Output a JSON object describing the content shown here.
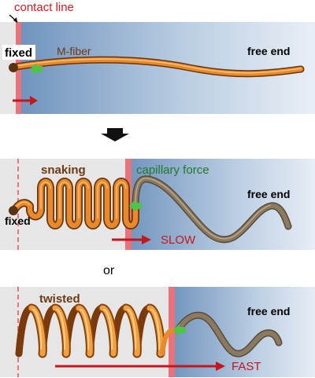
{
  "panel_top": {
    "contact_line_label": "contact line",
    "fiber_label": "M-fiber",
    "fixed_label": "fixed",
    "free_end_label": "free end"
  },
  "panel_middle": {
    "snaking_label": "snaking",
    "capillary_label": "capillary force",
    "free_end_label": "free end",
    "fixed_label": "fixed",
    "speed_label": "SLOW"
  },
  "or_label": "or",
  "panel_bottom": {
    "twisted_label": "twisted",
    "free_end_label": "free end",
    "speed_label": "FAST"
  },
  "colors": {
    "contact_line": "#e8737b",
    "arrow_red": "#c4161c",
    "capillary_arrow": "#4fc34a",
    "fiber_orange": "#e07a20",
    "fiber_light": "#f7b25a",
    "dark_brown": "#5a3214",
    "fiber_wet": "#7a6a52",
    "water_blue": "#7fa2c6",
    "label_green": "#1e7a2a"
  }
}
